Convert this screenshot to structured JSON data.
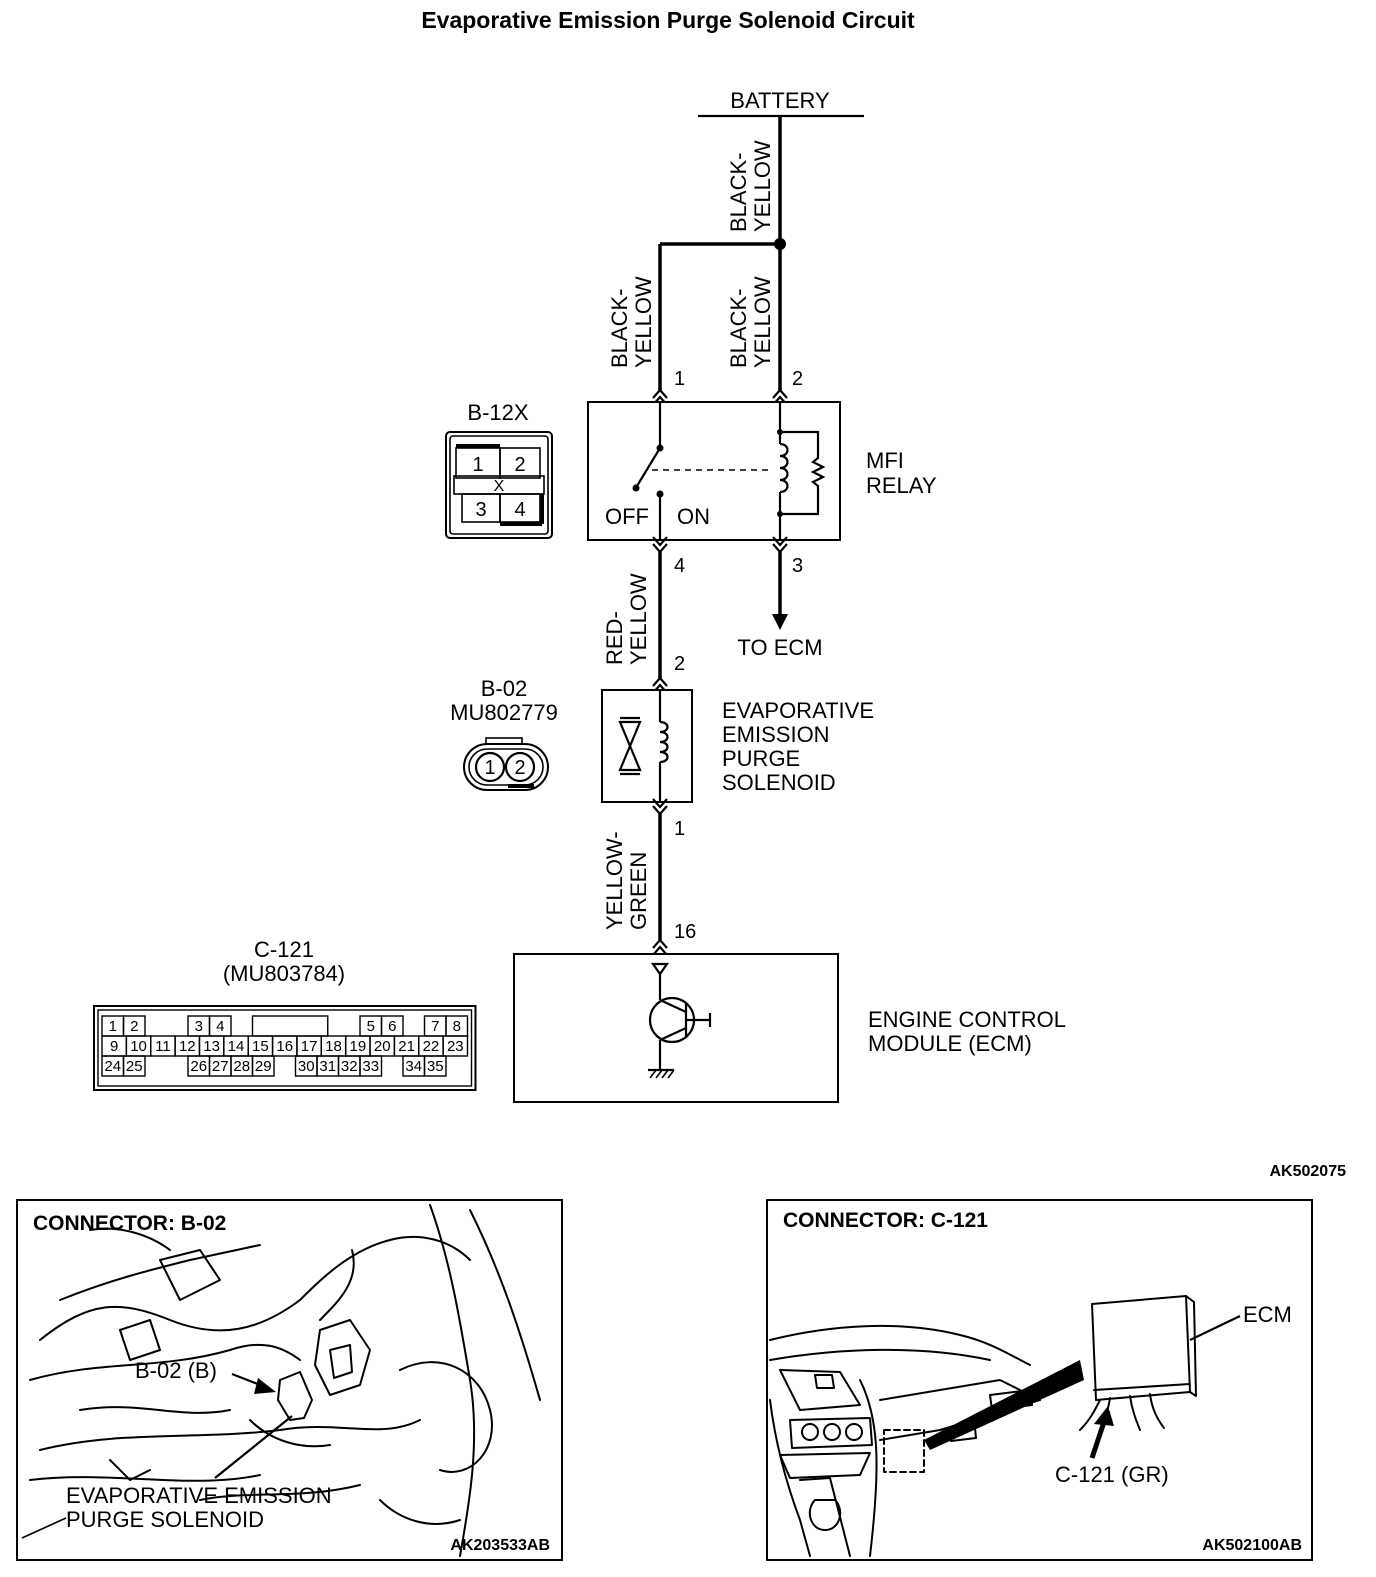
{
  "title": "Evaporative Emission Purge Solenoid  Circuit",
  "figure_code": "AK502075",
  "battery": {
    "label": "BATTERY"
  },
  "wires": {
    "battery_feed": [
      "BLACK-",
      "YELLOW"
    ],
    "relay_pin1": [
      "BLACK-",
      "YELLOW"
    ],
    "relay_pin2": [
      "BLACK-",
      "YELLOW"
    ],
    "relay_to_solenoid": [
      "RED-",
      "YELLOW"
    ],
    "solenoid_to_ecm": [
      "YELLOW-",
      "GREEN"
    ]
  },
  "mfi_relay": {
    "label_lines": [
      "MFI",
      "RELAY"
    ],
    "pins": {
      "p1": "1",
      "p2": "2",
      "p3": "3",
      "p4": "4"
    },
    "off_label": "OFF",
    "on_label": "ON",
    "to_ecm": "TO ECM"
  },
  "b12x": {
    "name": "B-12X",
    "pins": [
      "1",
      "2",
      "X",
      "3",
      "4"
    ]
  },
  "solenoid": {
    "label_lines": [
      "EVAPORATIVE",
      "EMISSION",
      "PURGE",
      "SOLENOID"
    ],
    "pin_top": "2",
    "pin_bottom": "1"
  },
  "b02": {
    "name": "B-02",
    "part": "MU802779",
    "pins": [
      "1",
      "2"
    ]
  },
  "ecm": {
    "label_lines": [
      "ENGINE CONTROL",
      "MODULE (ECM)"
    ],
    "pin": "16"
  },
  "c121": {
    "name": "C-121",
    "part": "(MU803784)",
    "row1": [
      "1",
      "2",
      "3",
      "4",
      "5",
      "6",
      "7",
      "8"
    ],
    "row2": [
      "9",
      "10",
      "11",
      "12",
      "13",
      "14",
      "15",
      "16",
      "17",
      "18",
      "19",
      "20",
      "21",
      "22",
      "23"
    ],
    "row3": [
      "24",
      "25",
      "26",
      "27",
      "28",
      "29",
      "30",
      "31",
      "32",
      "33",
      "34",
      "35"
    ]
  },
  "panel_b02": {
    "heading": "CONNECTOR: B-02",
    "callout": "B-02 (B)",
    "caption_lines": [
      "EVAPORATIVE EMISSION",
      "PURGE SOLENOID"
    ],
    "code": "AK203533AB"
  },
  "panel_c121": {
    "heading": "CONNECTOR: C-121",
    "ecm_label": "ECM",
    "callout": "C-121 (GR)",
    "code": "AK502100AB"
  }
}
